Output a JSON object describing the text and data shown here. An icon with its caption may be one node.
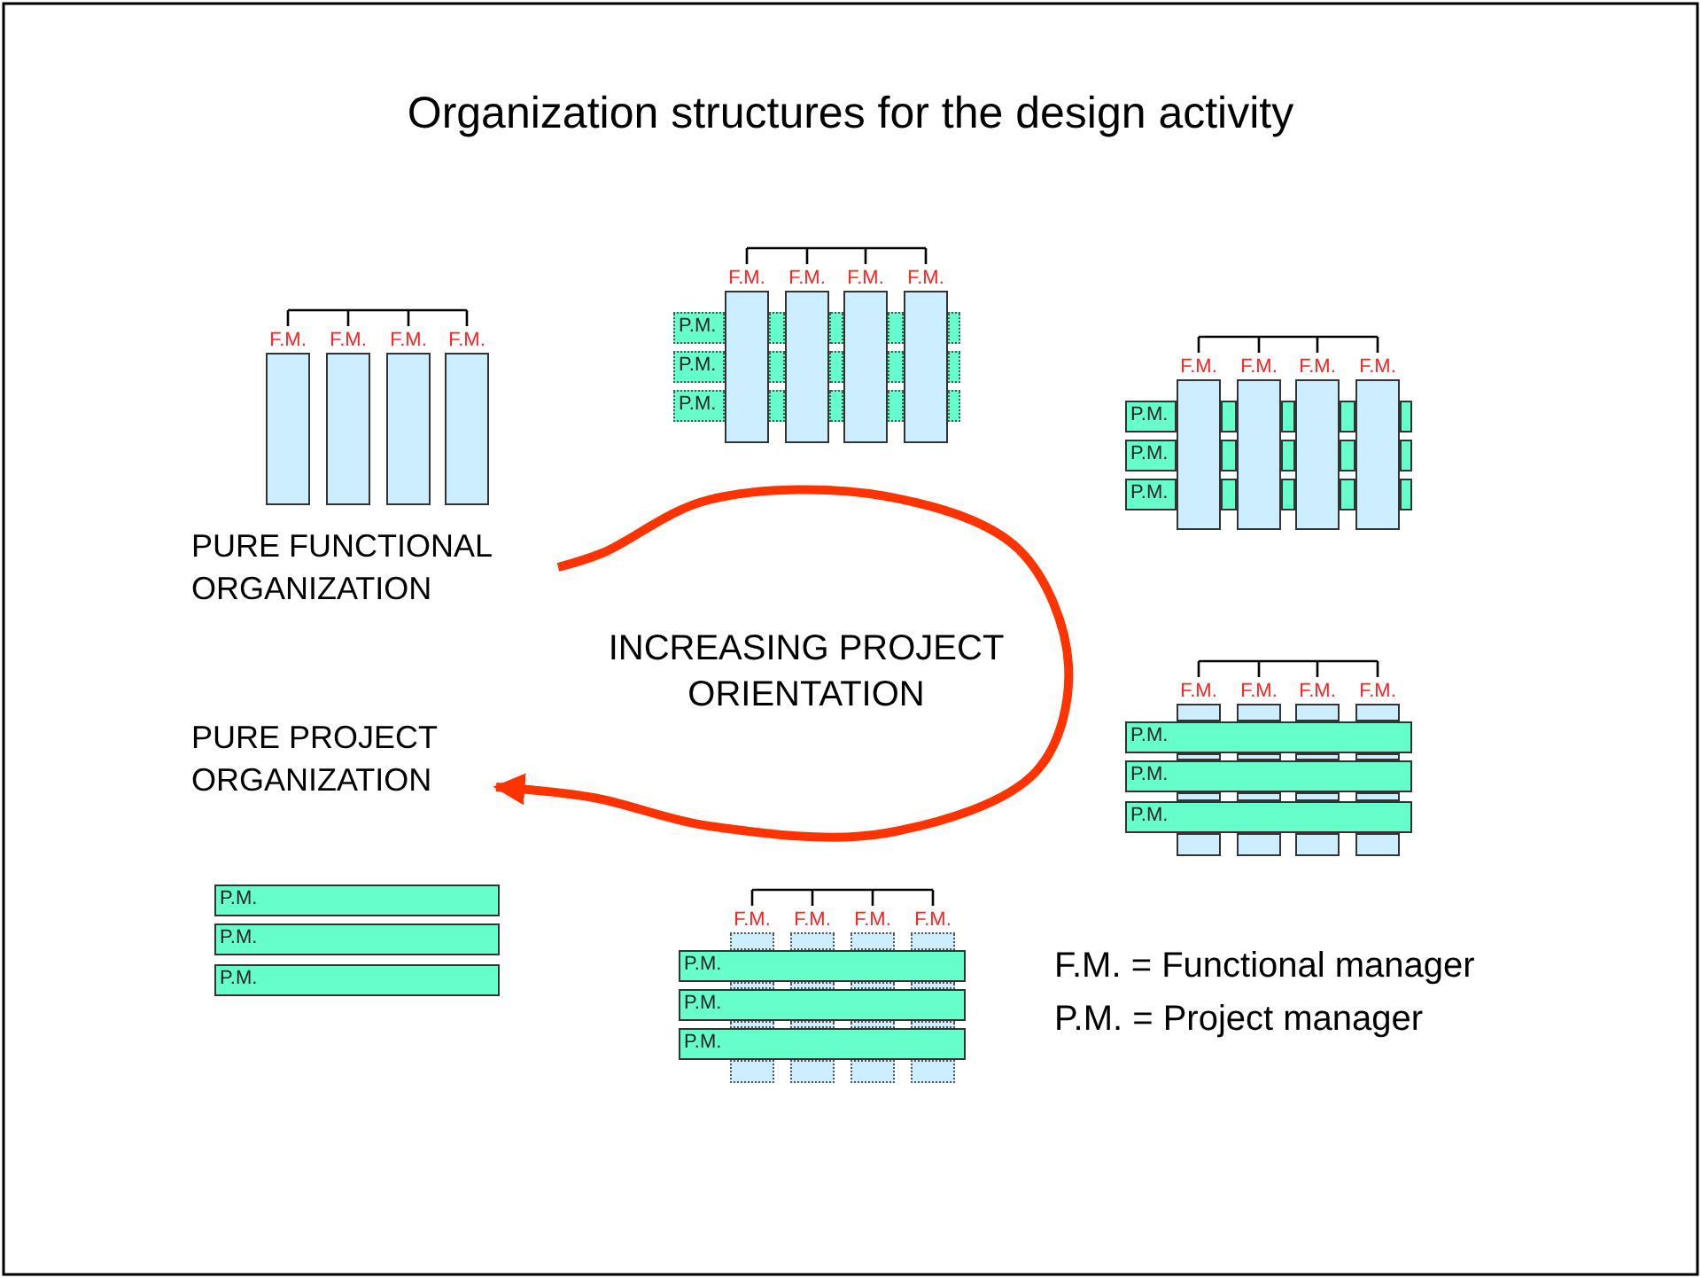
{
  "diagram": {
    "title": "Organization structures for the design activity",
    "nodes": [
      {
        "text": [
          "F.M."
        ]
      },
      {
        "text": [
          "F.M."
        ]
      },
      {
        "text": [
          "F.M."
        ]
      },
      {
        "text": [
          "F.M."
        ]
      },
      {
        "text": [
          "F.M."
        ]
      },
      {
        "text": [
          "F.M."
        ]
      },
      {
        "text": [
          "F.M."
        ]
      },
      {
        "text": [
          "F.M."
        ]
      },
      {
        "text": [
          "P.M."
        ]
      },
      {
        "text": [
          "P.M."
        ]
      },
      {
        "text": [
          "P.M."
        ]
      },
      {
        "text": [
          "F.M."
        ]
      },
      {
        "text": [
          "F.M."
        ]
      },
      {
        "text": [
          "F.M."
        ]
      },
      {
        "text": [
          "F.M."
        ]
      },
      {
        "text": [
          "P.M."
        ]
      },
      {
        "text": [
          "P.M."
        ]
      },
      {
        "text": [
          "P.M."
        ]
      },
      {
        "text": [
          "PURE FUNCTIONAL ORGANIZATION"
        ]
      },
      {
        "text": [
          "PURE PROJECT ORGANIZATION"
        ]
      },
      {
        "text": [
          "F.M."
        ]
      },
      {
        "text": [
          "F.M."
        ]
      },
      {
        "text": [
          "F.M."
        ]
      },
      {
        "text": [
          "F.M."
        ]
      },
      {
        "text": [
          "P.M."
        ]
      },
      {
        "text": [
          "P.M."
        ]
      },
      {
        "text": [
          "P.M."
        ]
      },
      {
        "text": [
          "P.M."
        ]
      },
      {
        "text": [
          "P.M."
        ]
      },
      {
        "text": [
          "P.M."
        ]
      },
      {
        "text": [
          "F.M."
        ]
      },
      {
        "text": [
          "F.M."
        ]
      },
      {
        "text": [
          "F.M."
        ]
      },
      {
        "text": [
          "F.M."
        ]
      },
      {
        "text": [
          "P.M."
        ]
      },
      {
        "text": [
          "P.M."
        ]
      },
      {
        "text": [
          "P.M."
        ]
      }
    ],
    "edges": [
      {
        "from": 18,
        "to": 19,
        "arrow": "to",
        "color": "#ff3300"
      }
    ],
    "labels": [
      "INCREASING PROJECT ORIENTATION",
      "F.M. = Functional manager",
      "P.M. = Project manager"
    ]
  }
}
